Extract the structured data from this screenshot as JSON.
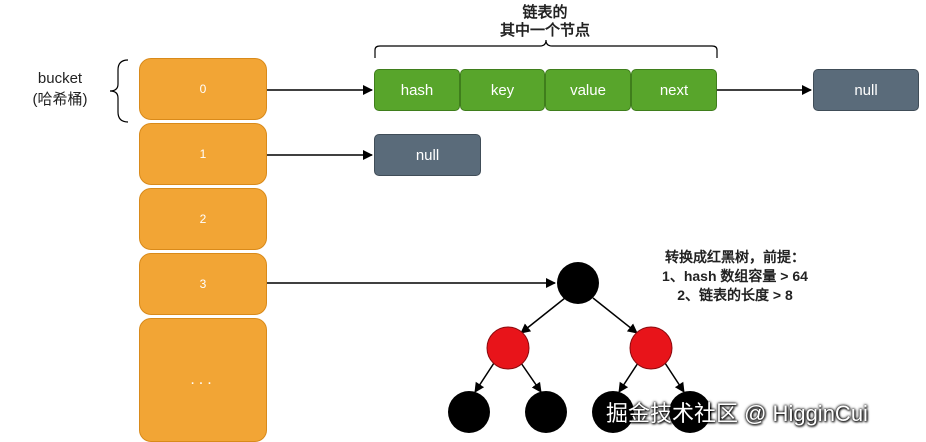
{
  "bucket_label": {
    "line1": "bucket",
    "line2": "(哈希桶)"
  },
  "buckets": [
    "0",
    "1",
    "2",
    "3",
    "..."
  ],
  "node_caption": {
    "line1": "链表的",
    "line2": "其中一个节点"
  },
  "node_fields": [
    "hash",
    "key",
    "value",
    "next"
  ],
  "null_label": "null",
  "tree_note": {
    "line1": "转换成红黑树，前提：",
    "line2": "1、hash 数组容量 > 64",
    "line3": "2、链表的长度 > 8"
  },
  "tree": {
    "levels": [
      "black",
      "red",
      "black"
    ]
  },
  "colors": {
    "bucket": "#f2a535",
    "node": "#58a52b",
    "null_box": "#5a6b7a",
    "tree_black": "#000000",
    "tree_red": "#e8141a"
  },
  "watermark": "掘金技术社区 @ HigginCui"
}
